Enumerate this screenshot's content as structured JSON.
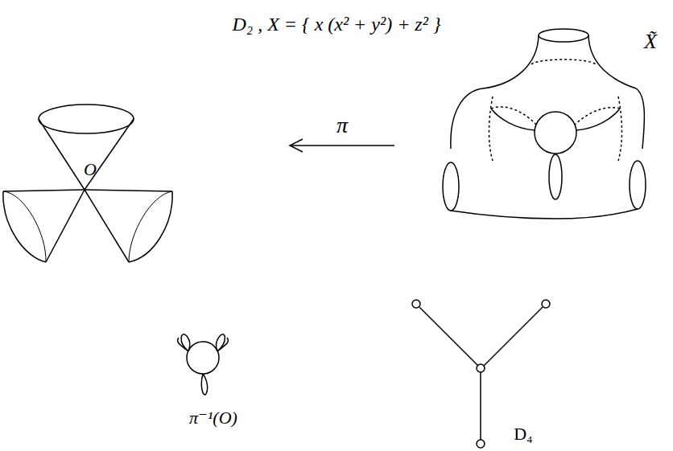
{
  "diagram": {
    "title": "D₂ , X = { x (x² + y²) + z² }",
    "labels": [
      "π",
      "O",
      "X̃",
      "π⁻¹(O)",
      "D₄"
    ]
  }
}
